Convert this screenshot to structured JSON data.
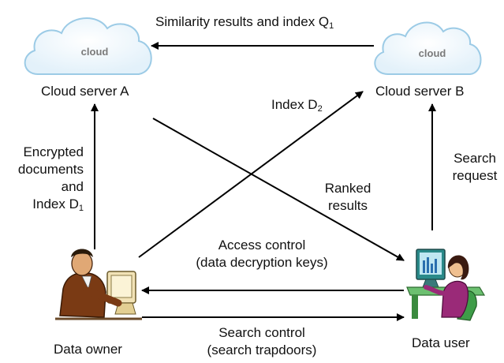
{
  "cloud_a": {
    "icon_text": "cloud",
    "label": "Cloud server A"
  },
  "cloud_b": {
    "icon_text": "cloud",
    "label": "Cloud server B"
  },
  "top_arrow": {
    "text": "Similarity results and index Q",
    "sub": "1"
  },
  "index_d2": {
    "text": "Index D",
    "sub": "2"
  },
  "left_arrow": {
    "line1": "Encrypted",
    "line2": "documents",
    "line3": "and",
    "line4": "Index D",
    "sub": "1"
  },
  "ranked": {
    "line1": "Ranked",
    "line2": "results"
  },
  "search_request": {
    "line1": "Search",
    "line2": "request"
  },
  "access_control": {
    "line1": "Access control",
    "line2": "(data decryption keys)"
  },
  "search_control": {
    "line1": "Search control",
    "line2": "(search trapdoors)"
  },
  "owner": {
    "label": "Data owner"
  },
  "user": {
    "label": "Data user"
  },
  "colors": {
    "cloud_fill": "#eef6fb",
    "cloud_stroke": "#9ccbe6",
    "cloud_text": "#7a7a7a",
    "arrow": "#000000"
  }
}
